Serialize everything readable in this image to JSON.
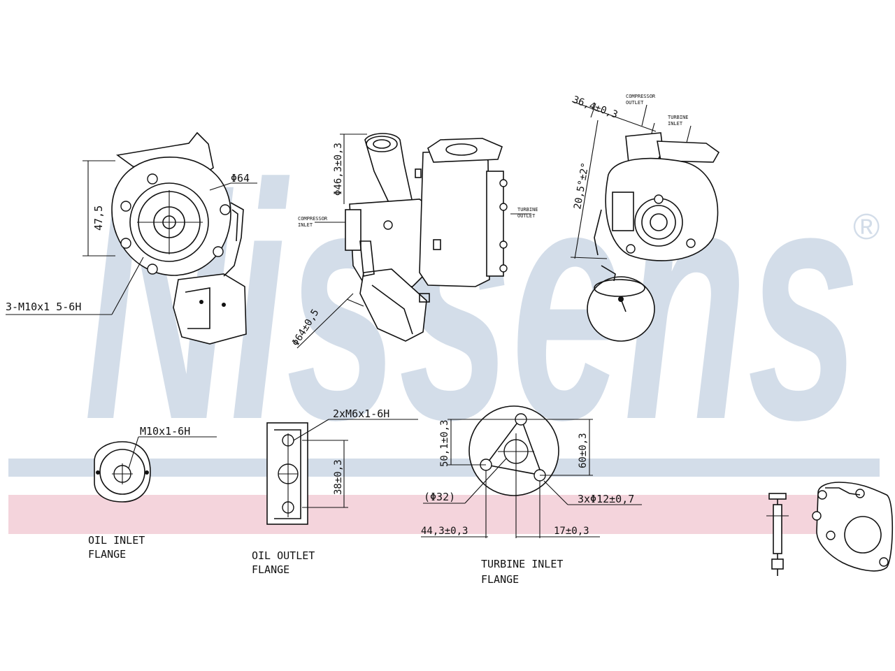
{
  "watermark": {
    "brand": "Nissens",
    "registered_mark": "®",
    "brand_color": "#d3dde9",
    "band_blue": "#d3dde9",
    "band_pink": "#f4d4dc"
  },
  "labels": {
    "thread_3m10": "3-M10x1 5-6H",
    "dim_phi64": "Φ64",
    "dim_47_5": "47,5",
    "dim_46_3": "Φ46,3±0,3",
    "dim_64_4": "Φ64±0,5",
    "dim_36_4": "36,4±0,3",
    "dim_20_5": "20,5°±2°",
    "compressor_outlet_line1": "COMPRESSOR",
    "compressor_outlet_line2": "OUTLET",
    "compressor_inlet_line1": "COMPRESSOR",
    "compressor_inlet_line2": "INLET",
    "turbine_outlet_line1": "TURBINE",
    "turbine_outlet_line2": "OUTLET",
    "turbine_inlet_top_line1": "TURBINE",
    "turbine_inlet_top_line2": "INLET",
    "oil_inlet_thread": "M10x1-6H",
    "oil_outlet_thread": "2xM6x1-6H",
    "dim_38": "38±0,3",
    "dim_50_1": "50,1±0,3",
    "dim_60": "60±0,3",
    "dim_phi32": "(Φ32)",
    "dim_3x12": "3xΦ12±0,7",
    "dim_44_3": "44,3±0,3",
    "dim_17": "17±0,3",
    "oil_inlet_line1": "OIL INLET",
    "oil_inlet_line2": "FLANGE",
    "oil_outlet_line1": "OIL OUTLET",
    "oil_outlet_line2": "FLANGE",
    "turbine_inlet_line1": "TURBINE INLET",
    "turbine_inlet_line2": "FLANGE"
  }
}
